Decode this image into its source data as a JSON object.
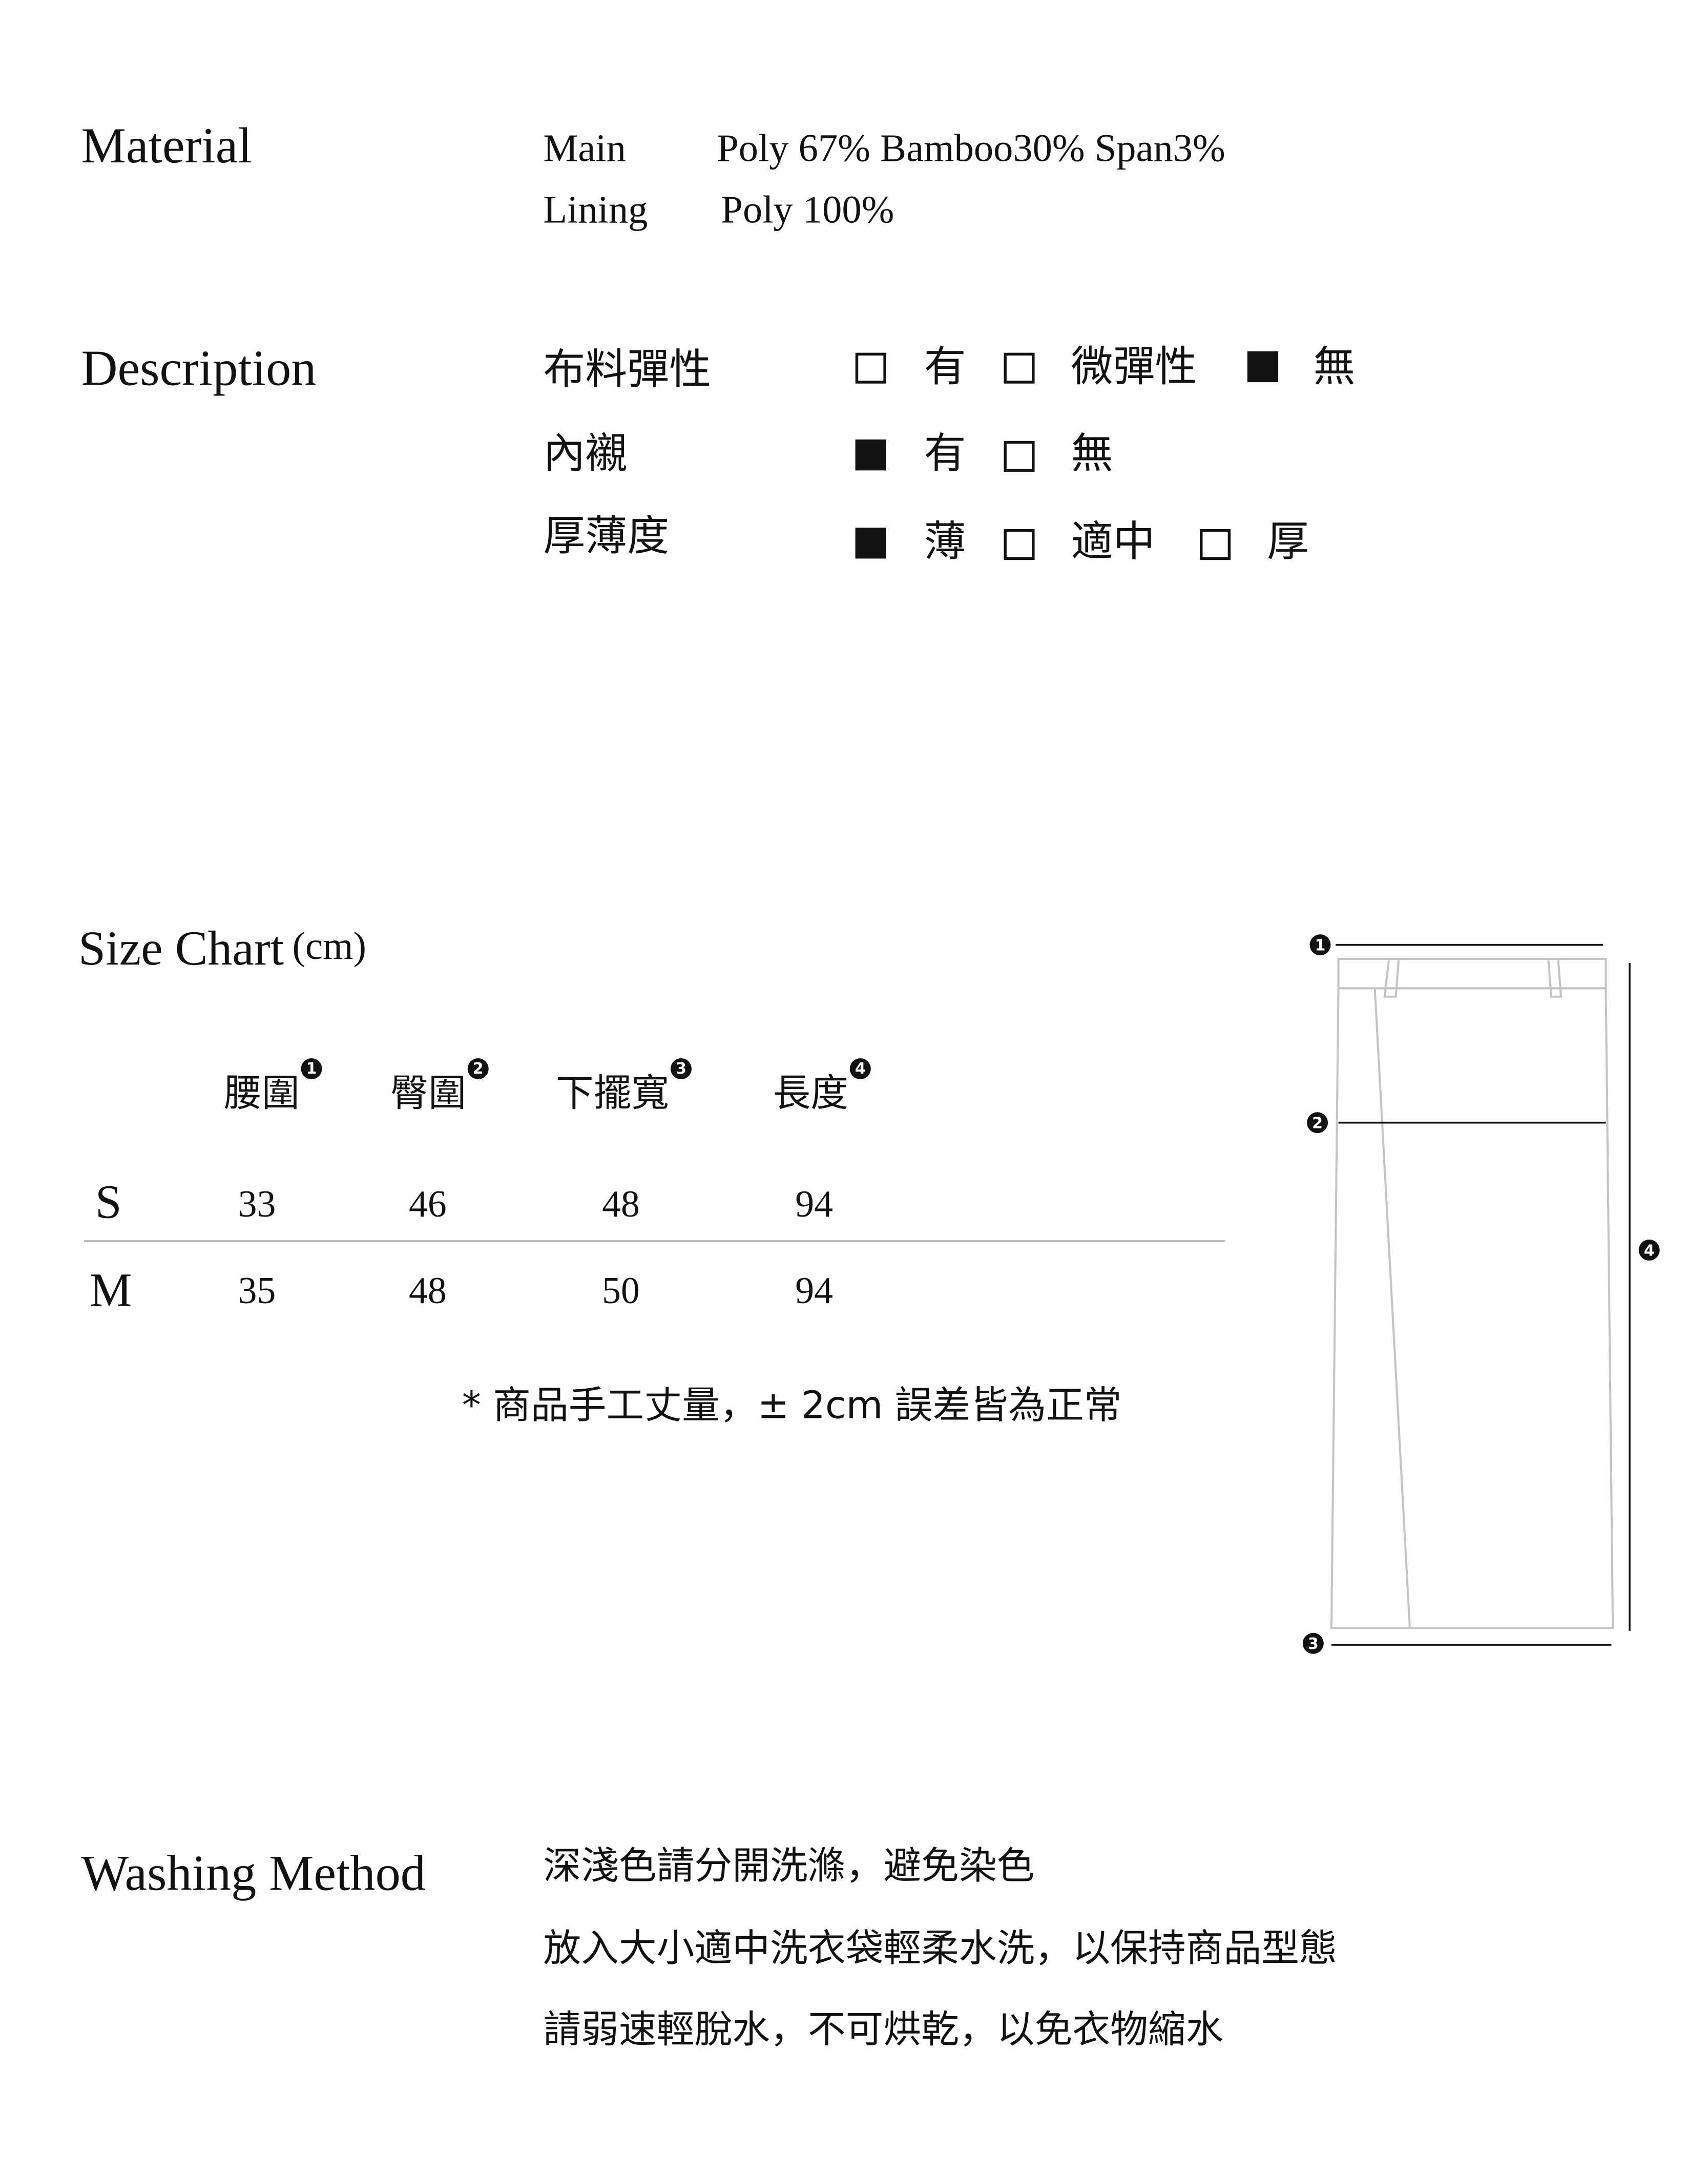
{
  "material": {
    "title": "Material",
    "main_label": "Main",
    "main_value": "Poly 67% Bamboo30% Span3%",
    "lining_label": "Lining",
    "lining_value": "Poly 100%"
  },
  "description": {
    "title": "Description",
    "rows": [
      {
        "label": "布料彈性",
        "options": [
          {
            "text": "有",
            "checked": false
          },
          {
            "text": "微彈性",
            "checked": false
          },
          {
            "text": "無",
            "checked": true
          }
        ]
      },
      {
        "label": "內襯",
        "options": [
          {
            "text": "有",
            "checked": true
          },
          {
            "text": "無",
            "checked": false
          }
        ]
      },
      {
        "label": "厚薄度",
        "options": [
          {
            "text": "薄",
            "checked": true
          },
          {
            "text": "適中",
            "checked": false
          },
          {
            "text": "厚",
            "checked": false
          }
        ]
      }
    ]
  },
  "size_chart": {
    "title": "Size Chart",
    "unit": "(cm)",
    "columns": [
      {
        "label": "腰圍",
        "marker": "1"
      },
      {
        "label": "臀圍",
        "marker": "2"
      },
      {
        "label": "下擺寬",
        "marker": "3"
      },
      {
        "label": "長度",
        "marker": "4"
      }
    ],
    "rows": [
      {
        "size": "S",
        "values": [
          "33",
          "46",
          "48",
          "94"
        ]
      },
      {
        "size": "M",
        "values": [
          "35",
          "48",
          "50",
          "94"
        ]
      }
    ],
    "note": "* 商品手工丈量，± 2cm 誤差皆為正常"
  },
  "diagram": {
    "markers": [
      "1",
      "2",
      "3",
      "4"
    ]
  },
  "washing": {
    "title": "Washing Method",
    "lines": [
      "深淺色請分開洗滌，避免染色",
      "放入大小適中洗衣袋輕柔水洗，以保持商品型態",
      "請弱速輕脫水，不可烘乾，以免衣物縮水"
    ]
  }
}
